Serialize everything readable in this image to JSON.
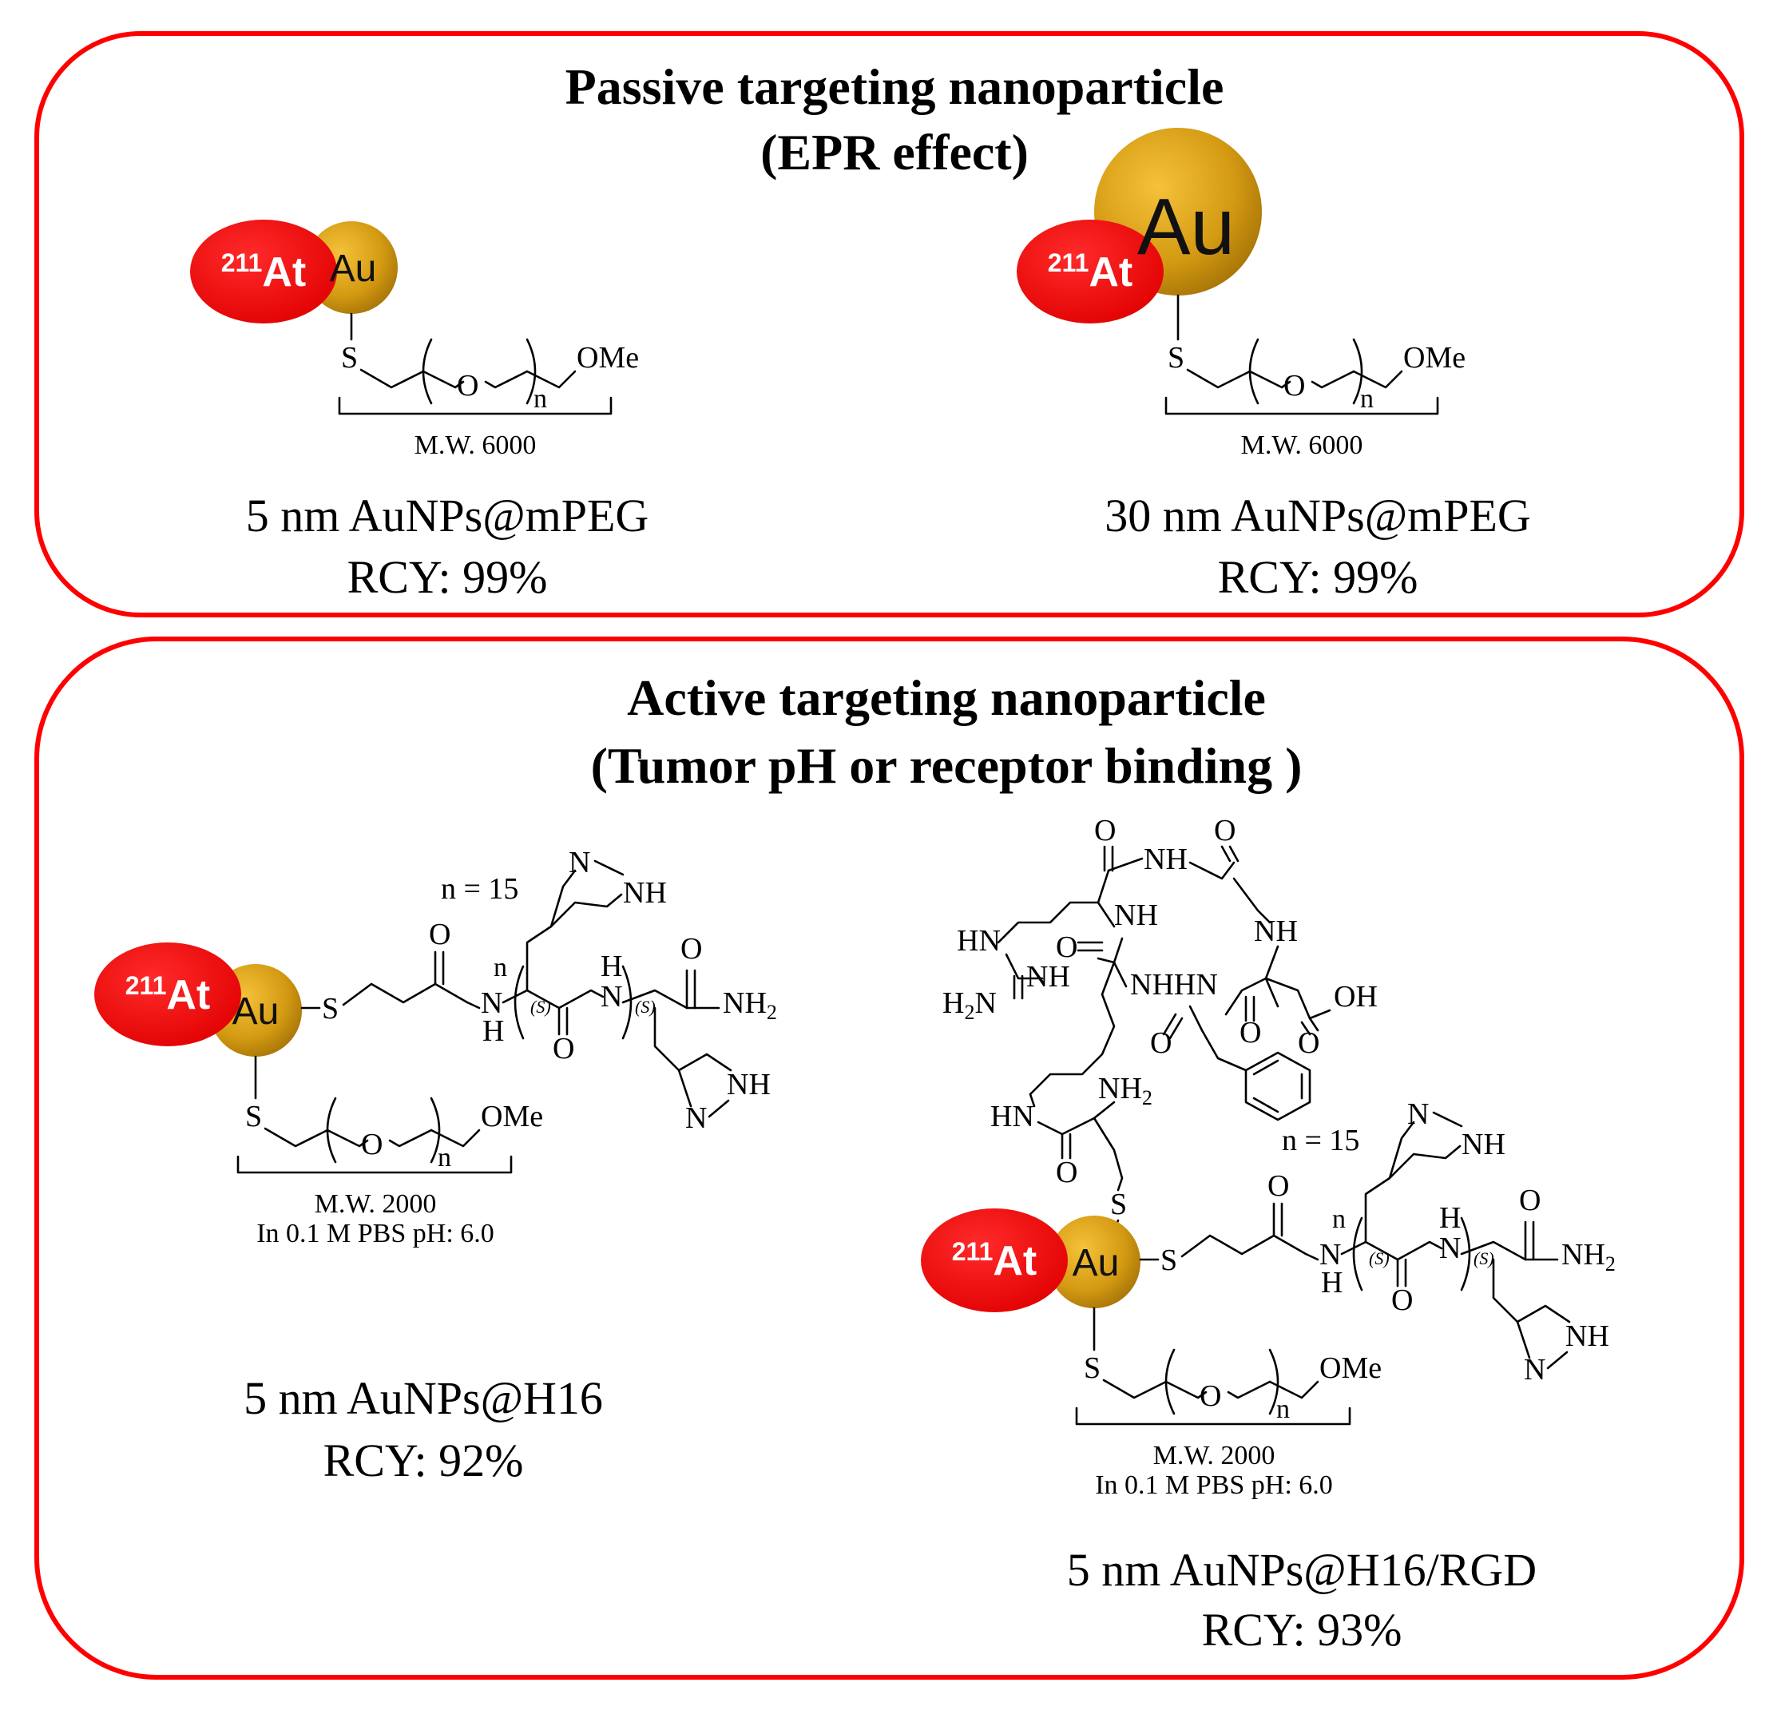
{
  "panels": {
    "passive": {
      "title": "Passive targeting nanoparticle",
      "subtitle": "(EPR effect)",
      "left": {
        "name": "5 nm AuNPs@mPEG",
        "rcy": "RCY: 99%",
        "mw": "M.W. 6000"
      },
      "right": {
        "name": "30 nm AuNPs@mPEG",
        "rcy": "RCY: 99%",
        "mw": "M.W. 6000"
      }
    },
    "active": {
      "title": "Active targeting nanoparticle",
      "subtitle": "(Tumor pH or receptor binding )",
      "left": {
        "name": "5 nm AuNPs@H16",
        "rcy": "RCY: 92%",
        "mw": "M.W. 2000",
        "buffer": "In 0.1 M PBS pH: 6.0",
        "repeat": "n = 15"
      },
      "right": {
        "name": "5 nm AuNPs@H16/RGD",
        "rcy": "RCY: 93%",
        "mw": "M.W. 2000",
        "buffer": "In 0.1 M PBS pH: 6.0",
        "repeat": "n = 15"
      }
    }
  },
  "particle": {
    "gold_label": "Au",
    "isotope_mass": "211",
    "isotope_symbol": "At"
  },
  "atoms": {
    "S": "S",
    "O": "O",
    "n": "n",
    "OMe": "OMe",
    "N": "N",
    "NH": "NH",
    "H": "H",
    "NH2": "NH",
    "sub2": "2",
    "OH": "OH",
    "HN": "HN",
    "H2N": "H",
    "NHHN": "NHHN",
    "stereo": "(S)"
  },
  "colors": {
    "frame": "#ff0000",
    "astatine": "#ff0d0d",
    "gold": "#d4a017",
    "gold_dark": "#b8860b"
  }
}
